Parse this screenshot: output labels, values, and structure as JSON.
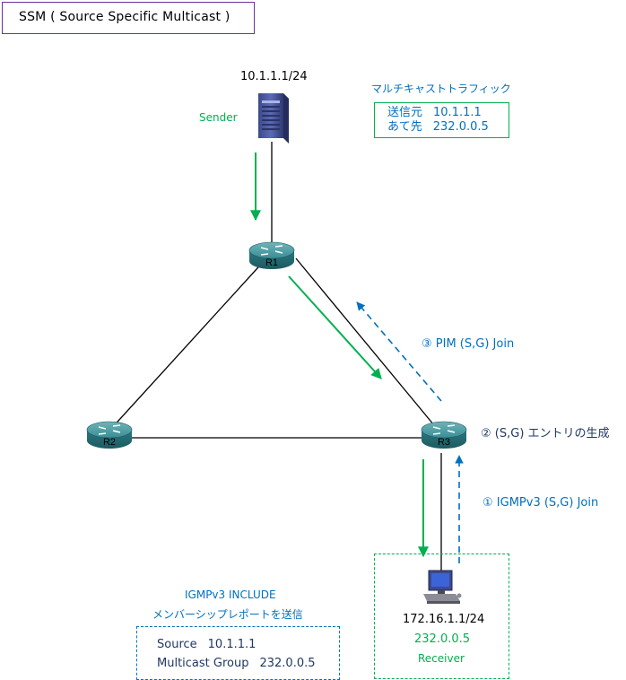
{
  "title": "SSM ( Source Specific Multicast )",
  "sender": {
    "address": "10.1.1.1/24",
    "label": "Sender"
  },
  "traffic": {
    "heading": "マルチキャストトラフィック",
    "rows": [
      {
        "key": "送信元",
        "value": "10.1.1.1"
      },
      {
        "key": "あて先",
        "value": "232.0.0.5"
      }
    ]
  },
  "routers": [
    {
      "id": "r1",
      "label": "R1"
    },
    {
      "id": "r2",
      "label": "R2"
    },
    {
      "id": "r3",
      "label": "R3"
    }
  ],
  "steps": {
    "step1": "① IGMPv3 (S,G) Join",
    "step2": "② (S,G) エントリの生成",
    "step3": "③ PIM (S,G) Join"
  },
  "receiver": {
    "address": "172.16.1.1/24",
    "group": "232.0.0.5",
    "label": "Receiver"
  },
  "report": {
    "heading_line1": "IGMPv3 INCLUDE",
    "heading_line2": "メンバーシップレポートを送信",
    "rows": [
      {
        "key": "Source",
        "value": "10.1.1.1"
      },
      {
        "key": "Multicast Group",
        "value": "232.0.0.5"
      }
    ]
  },
  "colors": {
    "green": "#00b050",
    "blue": "#0070c0",
    "navy": "#1f3864",
    "purple": "#7030a0",
    "router": "#2e7f87"
  }
}
